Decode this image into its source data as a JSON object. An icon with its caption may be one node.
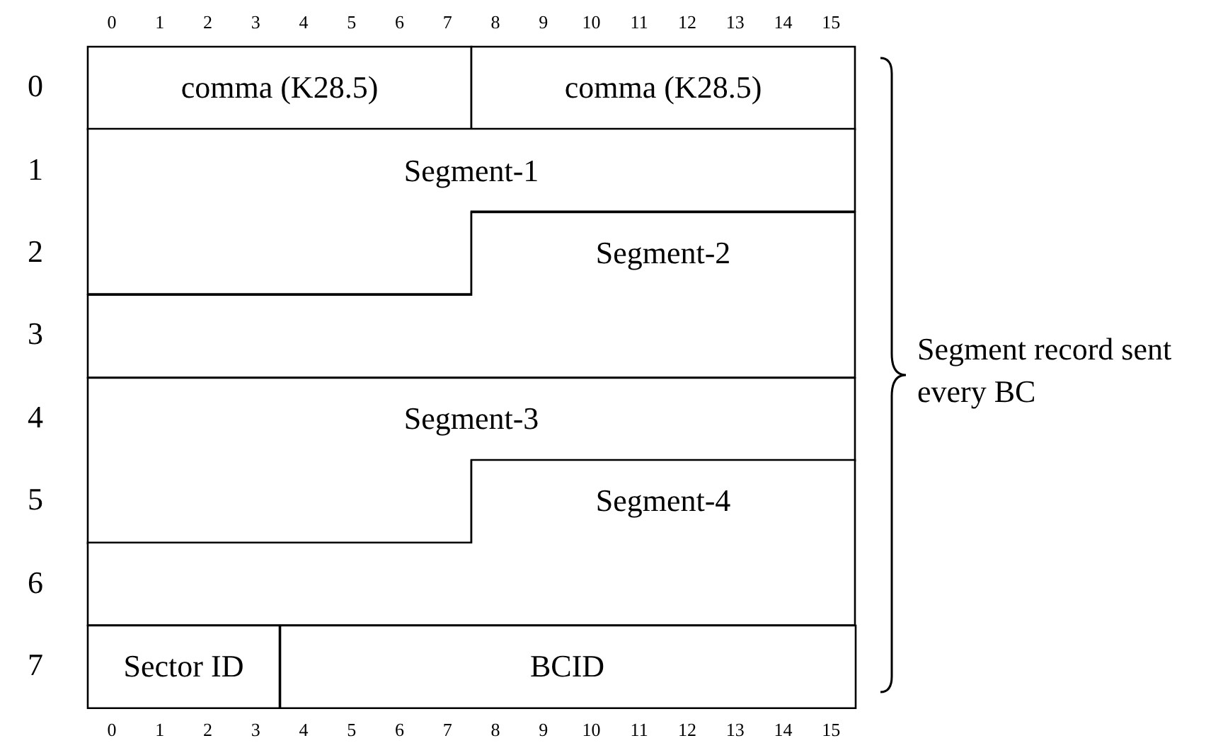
{
  "diagram": {
    "nodes": [
      {
        "text": [
          "comma (K28.5)"
        ]
      },
      {
        "text": [
          "comma (K28.5)"
        ]
      },
      {
        "text": [
          "Segment-1"
        ]
      },
      {
        "text": [
          "Segment-2"
        ]
      },
      {
        "text": [
          "Segment-3"
        ]
      },
      {
        "text": [
          "Segment-4"
        ]
      },
      {
        "text": [
          "Sector ID"
        ]
      },
      {
        "text": [
          "BCID"
        ]
      }
    ],
    "edges": [],
    "labels": [
      "0",
      "1",
      "2",
      "3",
      "4",
      "5",
      "6",
      "7",
      "8",
      "9",
      "10",
      "11",
      "12",
      "13",
      "14",
      "15",
      "0",
      "1",
      "2",
      "3",
      "4",
      "5",
      "6",
      "7",
      "Segment record sent every BC",
      "0",
      "1",
      "2",
      "3",
      "4",
      "5",
      "6",
      "7",
      "8",
      "9",
      "10",
      "11",
      "12",
      "13",
      "14",
      "15"
    ]
  }
}
